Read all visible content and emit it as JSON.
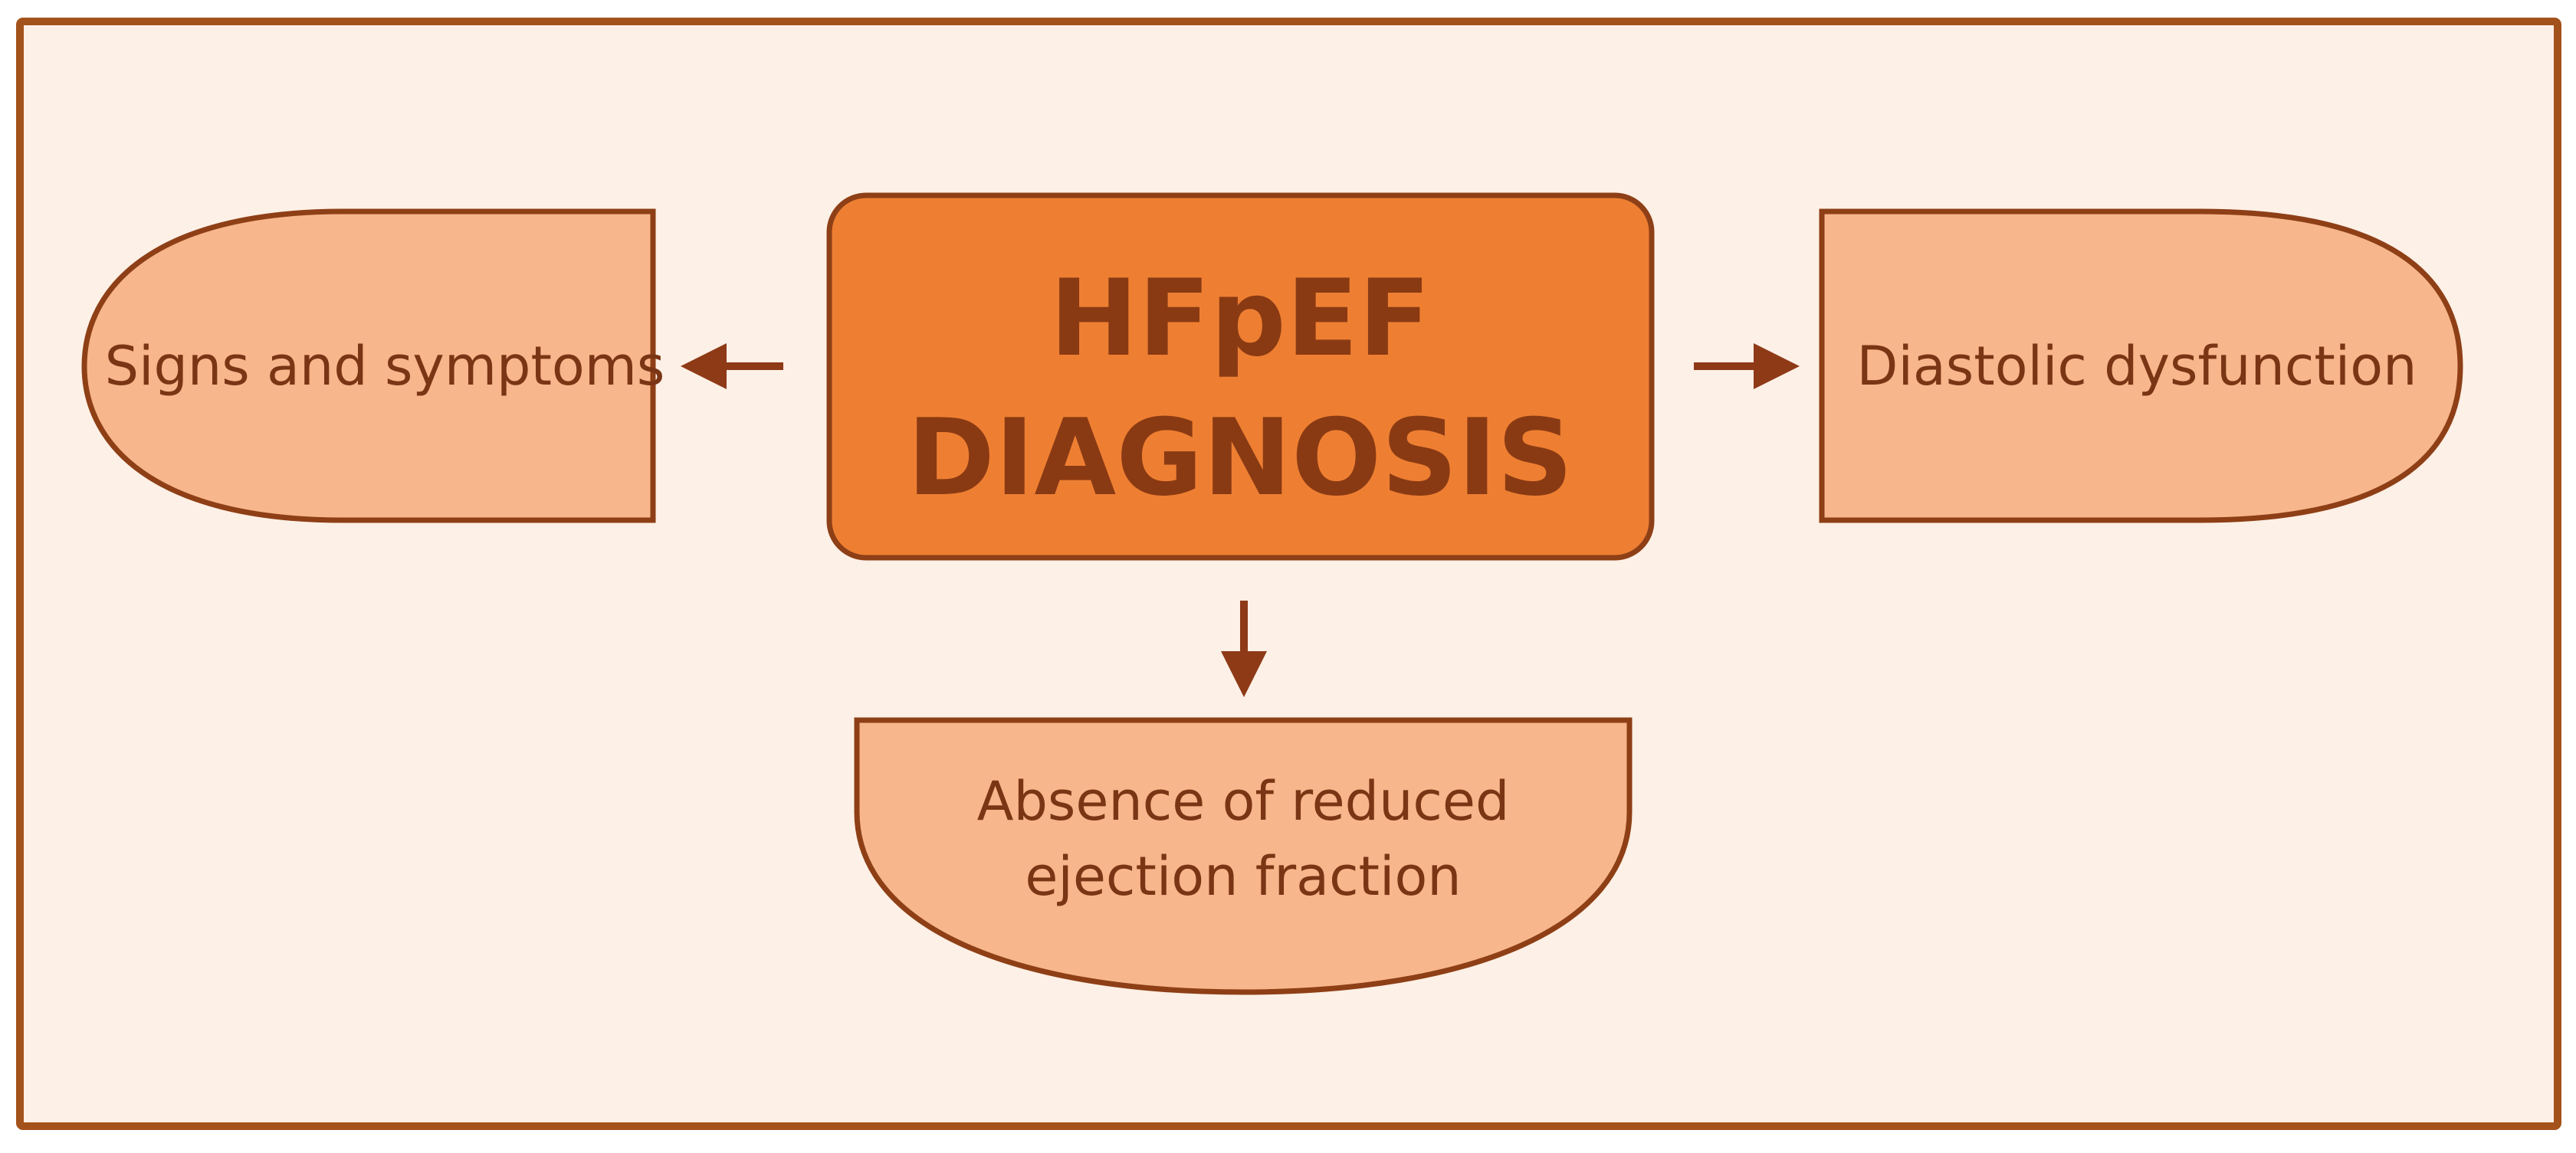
{
  "center": {
    "line1": "HFpEF",
    "line2": "DIAGNOSIS"
  },
  "left_node": {
    "label": "Signs and symptoms"
  },
  "right_node": {
    "label": "Diastolic dysfunction"
  },
  "bottom_node": {
    "line1": "Absence of reduced",
    "line2": "ejection fraction"
  },
  "colors": {
    "background": "#fdf0e6",
    "frame": "#a4521b",
    "center_fill": "#ee7f32",
    "center_stroke": "#8e3f16",
    "node_fill": "#f7b68b",
    "node_stroke": "#8e3f16",
    "arrow": "#8e3a17",
    "text": "#7a3515"
  }
}
